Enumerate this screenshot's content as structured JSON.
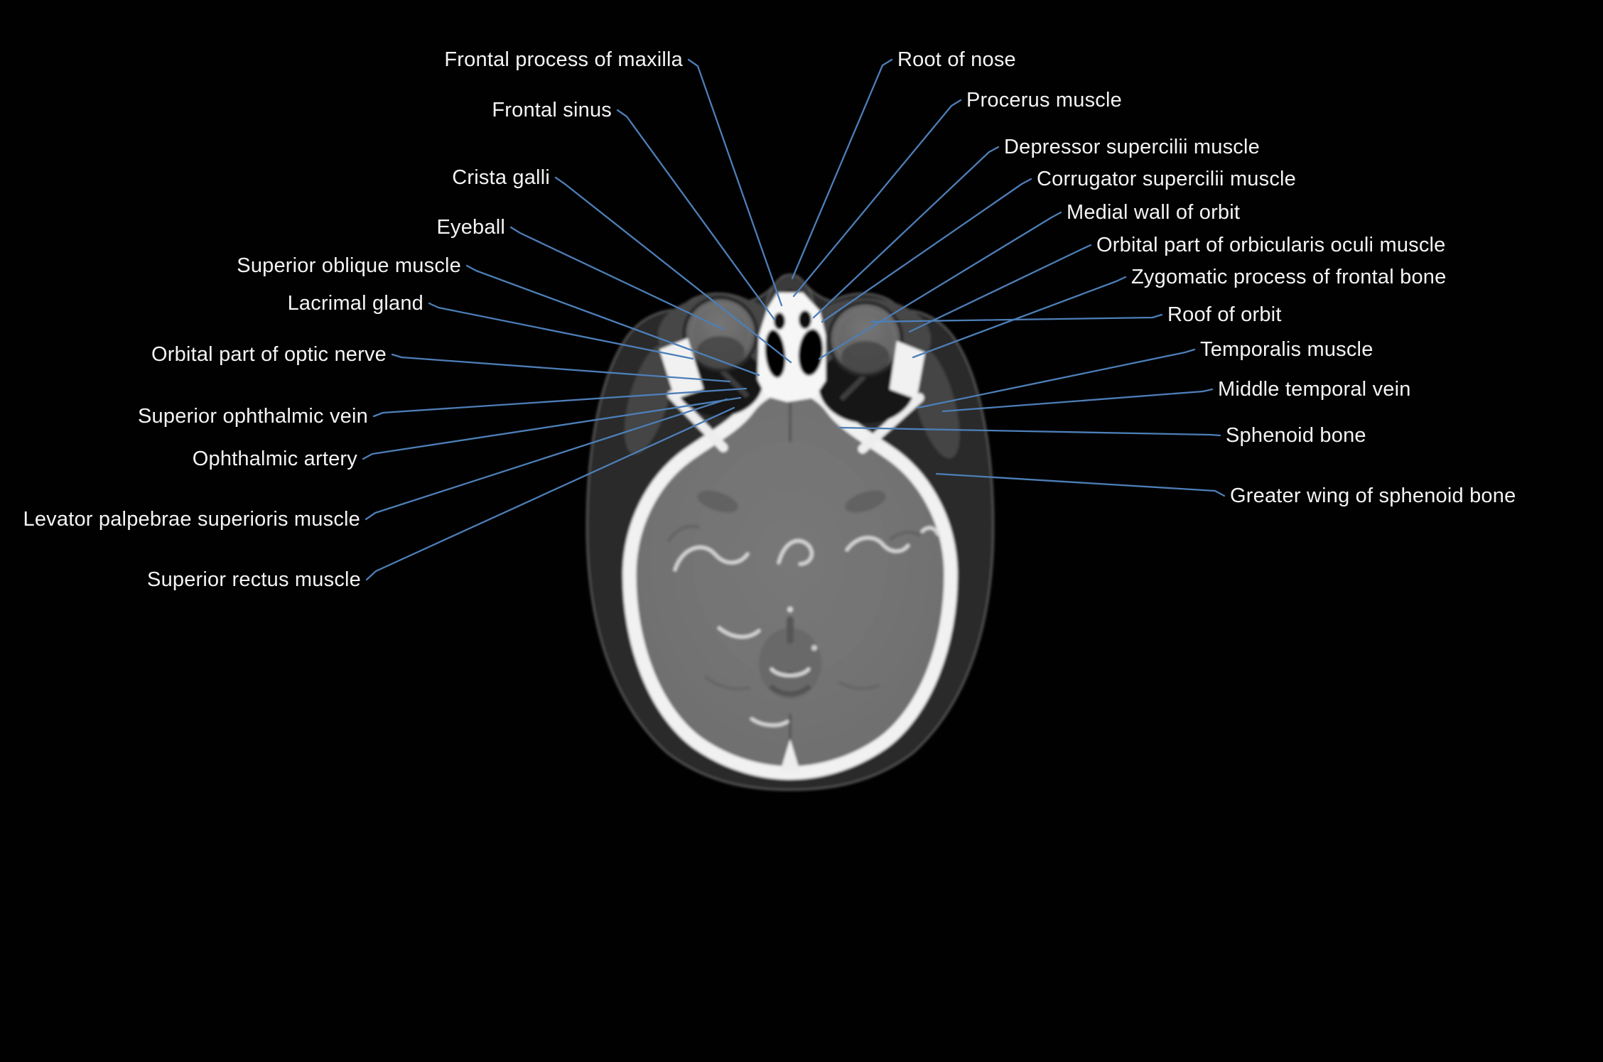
{
  "figure": {
    "name": "axial-head-ct-orbit-level",
    "background_color": "#000000",
    "label_text_color": "#f4f4f4",
    "leader_line_color": "#4d7fb8",
    "bone_color": "#f2f2f2",
    "brain_color": "#747474"
  },
  "labels": [
    {
      "text": "Frontal process of maxilla",
      "side": "left"
    },
    {
      "text": "Frontal sinus",
      "side": "left"
    },
    {
      "text": "Crista galli",
      "side": "left"
    },
    {
      "text": "Eyeball",
      "side": "left"
    },
    {
      "text": "Superior oblique muscle",
      "side": "left"
    },
    {
      "text": "Lacrimal gland",
      "side": "left"
    },
    {
      "text": "Orbital part of optic nerve",
      "side": "left"
    },
    {
      "text": "Superior ophthalmic vein",
      "side": "left"
    },
    {
      "text": "Ophthalmic artery",
      "side": "left"
    },
    {
      "text": "Levator palpebrae superioris muscle",
      "side": "left"
    },
    {
      "text": "Superior rectus muscle",
      "side": "left"
    },
    {
      "text": "Root of nose",
      "side": "right"
    },
    {
      "text": "Procerus muscle",
      "side": "right"
    },
    {
      "text": "Depressor supercilii muscle",
      "side": "right"
    },
    {
      "text": "Corrugator supercilii muscle",
      "side": "right"
    },
    {
      "text": "Medial wall of orbit",
      "side": "right"
    },
    {
      "text": "Orbital part of orbicularis oculi muscle",
      "side": "right"
    },
    {
      "text": "Zygomatic process of frontal bone",
      "side": "right"
    },
    {
      "text": "Roof of orbit",
      "side": "right"
    },
    {
      "text": "Temporalis muscle",
      "side": "right"
    },
    {
      "text": "Middle temporal vein",
      "side": "right"
    },
    {
      "text": "Sphenoid bone",
      "side": "right"
    },
    {
      "text": "Greater wing of sphenoid bone",
      "side": "right"
    }
  ]
}
